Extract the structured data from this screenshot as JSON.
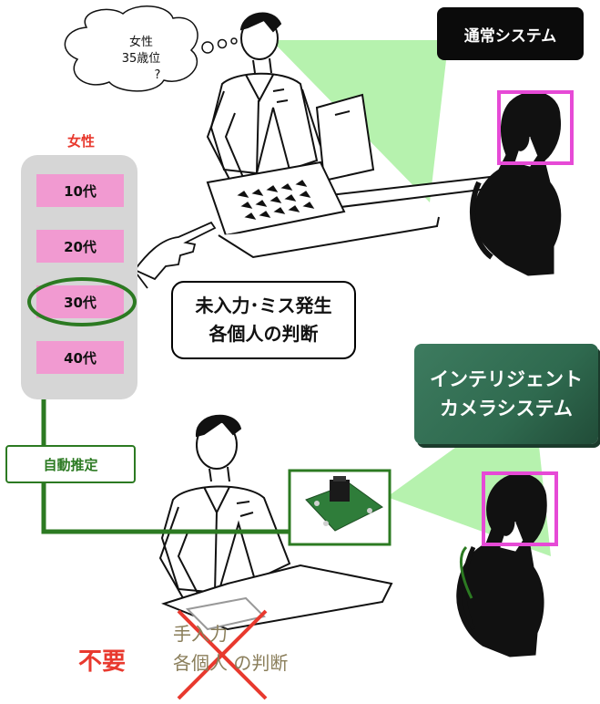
{
  "top_system": {
    "label": "通常システム"
  },
  "thought_bubble": {
    "line1": "女性",
    "line2": "35歳位",
    "line3": "?"
  },
  "age_panel": {
    "title": "女性",
    "items": [
      "10代",
      "20代",
      "30代",
      "40代"
    ],
    "selected": "30代"
  },
  "warning": {
    "line1": "未入力･ミス発生",
    "line2": "各個人の判断"
  },
  "intelligent": {
    "line1": "インテリジェント",
    "line2": "カメラシステム"
  },
  "auto": {
    "label": "自動推定"
  },
  "bottom": {
    "unneeded": "不要",
    "old_line1": "手入力",
    "old_line2": "各個人 の判断"
  },
  "colors": {
    "green": "#2c7a22",
    "magenta": "#e64ad6",
    "light_green_beam": "#a9f0a0",
    "pink": "#f19ad1",
    "red": "#e8392e"
  }
}
